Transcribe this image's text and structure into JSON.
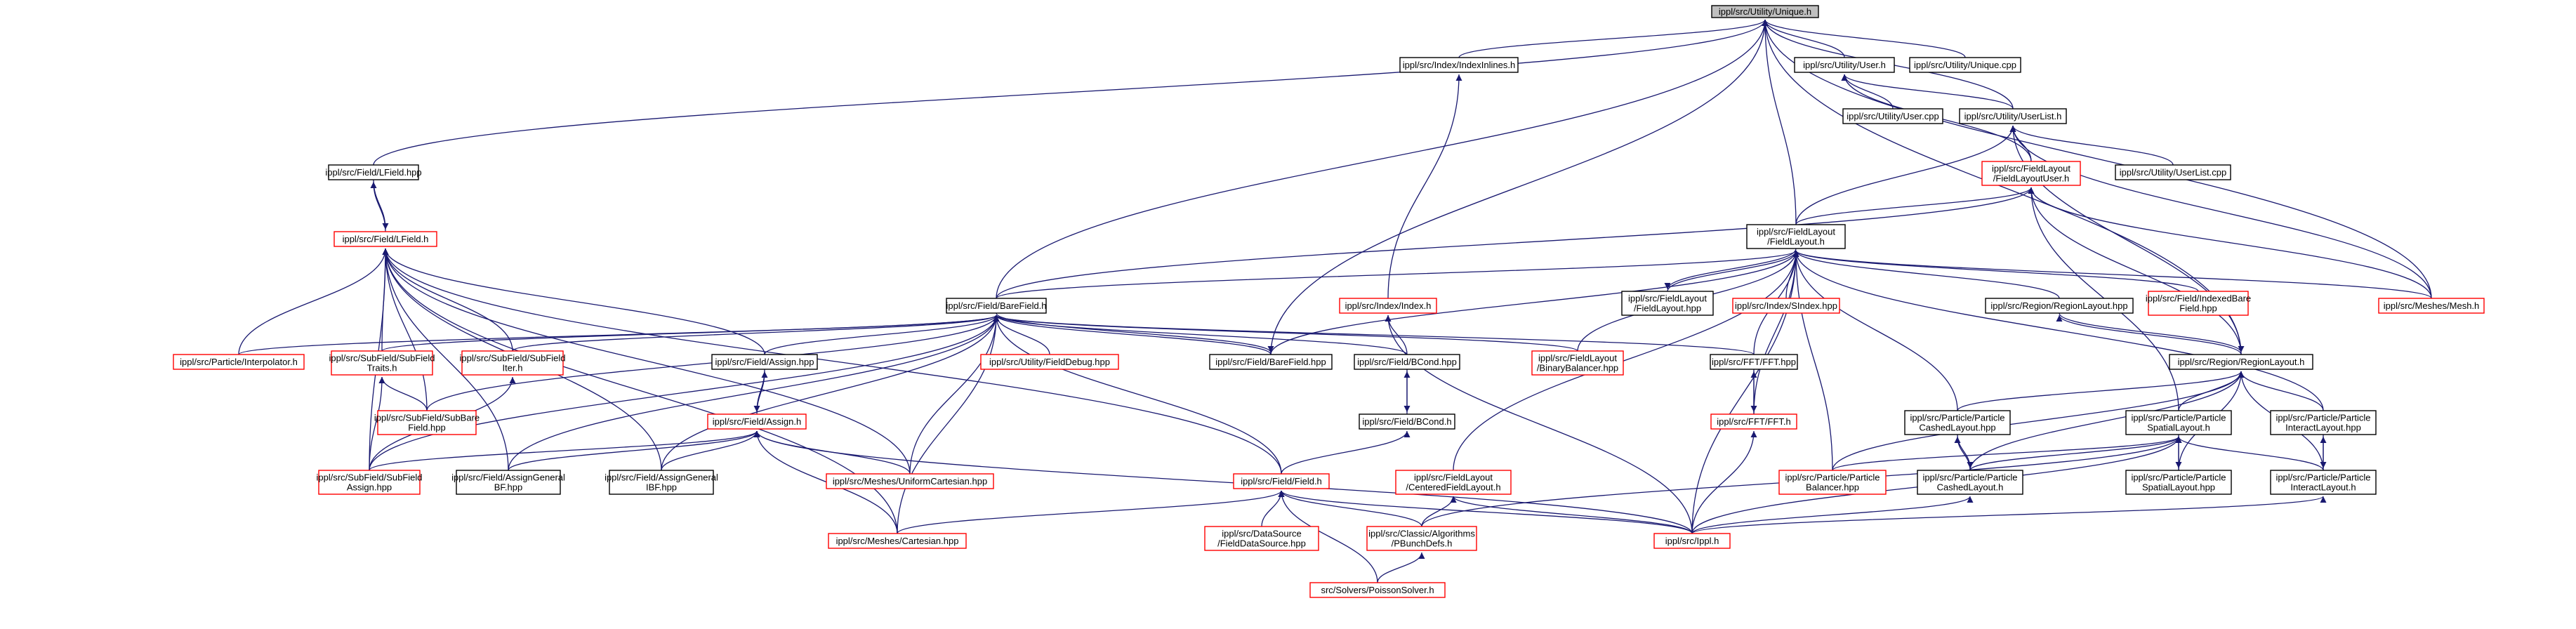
{
  "colors": {
    "edge": "#191970",
    "focus_fill": "#bfbfbf",
    "normal_border": "#000000",
    "red_border": "#ff0000",
    "background": "#ffffff"
  },
  "nodes": [
    {
      "id": "unique_h",
      "lines": [
        "ippl/src/Utility/Unique.h"
      ],
      "style": "focus"
    },
    {
      "id": "index_inlines_h",
      "lines": [
        "ippl/src/Index/IndexInlines.h"
      ],
      "style": "normal"
    },
    {
      "id": "user_h",
      "lines": [
        "ippl/src/Utility/User.h"
      ],
      "style": "normal"
    },
    {
      "id": "unique_cpp",
      "lines": [
        "ippl/src/Utility/Unique.cpp"
      ],
      "style": "normal"
    },
    {
      "id": "user_cpp",
      "lines": [
        "ippl/src/Utility/User.cpp"
      ],
      "style": "normal"
    },
    {
      "id": "userlist_h",
      "lines": [
        "ippl/src/Utility/UserList.h"
      ],
      "style": "normal"
    },
    {
      "id": "lfield_hpp",
      "lines": [
        "ippl/src/Field/LField.hpp"
      ],
      "style": "normal"
    },
    {
      "id": "fieldlayoutuser_h",
      "lines": [
        "ippl/src/FieldLayout",
        "/FieldLayoutUser.h"
      ],
      "style": "red"
    },
    {
      "id": "userlist_cpp",
      "lines": [
        "ippl/src/Utility/UserList.cpp"
      ],
      "style": "normal"
    },
    {
      "id": "lfield_h",
      "lines": [
        "ippl/src/Field/LField.h"
      ],
      "style": "red"
    },
    {
      "id": "fieldlayout_h",
      "lines": [
        "ippl/src/FieldLayout",
        "/FieldLayout.h"
      ],
      "style": "normal"
    },
    {
      "id": "barefield_h",
      "lines": [
        "ippl/src/Field/BareField.h"
      ],
      "style": "normal"
    },
    {
      "id": "index_h",
      "lines": [
        "ippl/src/Index/Index.h"
      ],
      "style": "red"
    },
    {
      "id": "fieldlayout_hpp",
      "lines": [
        "ippl/src/FieldLayout",
        "/FieldLayout.hpp"
      ],
      "style": "normal"
    },
    {
      "id": "sindex_hpp",
      "lines": [
        "ippl/src/Index/SIndex.hpp"
      ],
      "style": "red"
    },
    {
      "id": "regionlayout_hpp",
      "lines": [
        "ippl/src/Region/RegionLayout.hpp"
      ],
      "style": "normal"
    },
    {
      "id": "indexedbarefield_hpp",
      "lines": [
        "ippl/src/Field/IndexedBare",
        "Field.hpp"
      ],
      "style": "red"
    },
    {
      "id": "meshes_mesh_h",
      "lines": [
        "ippl/src/Meshes/Mesh.h"
      ],
      "style": "red"
    },
    {
      "id": "interpolator_h",
      "lines": [
        "ippl/src/Particle/Interpolator.h"
      ],
      "style": "red"
    },
    {
      "id": "subfieldtraits_h",
      "lines": [
        "ippl/src/SubField/SubField",
        "Traits.h"
      ],
      "style": "red"
    },
    {
      "id": "subfielditer_h",
      "lines": [
        "ippl/src/SubField/SubField",
        "Iter.h"
      ],
      "style": "red"
    },
    {
      "id": "fielddebug_hpp",
      "lines": [
        "ippl/src/Utility/FieldDebug.hpp"
      ],
      "style": "red"
    },
    {
      "id": "barefield_hpp",
      "lines": [
        "ippl/src/Field/BareField.hpp"
      ],
      "style": "normal"
    },
    {
      "id": "bcond_hpp",
      "lines": [
        "ippl/src/Field/BCond.hpp"
      ],
      "style": "normal"
    },
    {
      "id": "binarybalancer_hpp",
      "lines": [
        "ippl/src/FieldLayout",
        "/BinaryBalancer.hpp"
      ],
      "style": "red"
    },
    {
      "id": "fft_hpp",
      "lines": [
        "ippl/src/FFT/FFT.hpp"
      ],
      "style": "normal"
    },
    {
      "id": "regionlayout_h",
      "lines": [
        "ippl/src/Region/RegionLayout.h"
      ],
      "style": "normal"
    },
    {
      "id": "assign_hpp",
      "lines": [
        "ippl/src/Field/Assign.hpp"
      ],
      "style": "normal"
    },
    {
      "id": "subbarefield_hpp",
      "lines": [
        "ippl/src/SubField/SubBare",
        "Field.hpp"
      ],
      "style": "red"
    },
    {
      "id": "bcond_h",
      "lines": [
        "ippl/src/Field/BCond.h"
      ],
      "style": "normal"
    },
    {
      "id": "fft_h",
      "lines": [
        "ippl/src/FFT/FFT.h"
      ],
      "style": "red"
    },
    {
      "id": "cashedlayout_hpp",
      "lines": [
        "ippl/src/Particle/Particle",
        "CashedLayout.hpp"
      ],
      "style": "normal"
    },
    {
      "id": "spatiallayout_h",
      "lines": [
        "ippl/src/Particle/Particle",
        "SpatialLayout.h"
      ],
      "style": "normal"
    },
    {
      "id": "interactlayout_hpp",
      "lines": [
        "ippl/src/Particle/Particle",
        "InteractLayout.hpp"
      ],
      "style": "normal"
    },
    {
      "id": "assign_h",
      "lines": [
        "ippl/src/Field/Assign.h"
      ],
      "style": "red"
    },
    {
      "id": "subfieldassign_hpp",
      "lines": [
        "ippl/src/SubField/SubField",
        "Assign.hpp"
      ],
      "style": "red"
    },
    {
      "id": "assigngeneralbf_hpp",
      "lines": [
        "ippl/src/Field/AssignGeneral",
        "BF.hpp"
      ],
      "style": "normal"
    },
    {
      "id": "assigngeneralibf_hpp",
      "lines": [
        "ippl/src/Field/AssignGeneral",
        "IBF.hpp"
      ],
      "style": "normal"
    },
    {
      "id": "uniformcartesian_hpp",
      "lines": [
        "ippl/src/Meshes/UniformCartesian.hpp"
      ],
      "style": "red"
    },
    {
      "id": "field_h",
      "lines": [
        "ippl/src/Field/Field.h"
      ],
      "style": "red"
    },
    {
      "id": "centeredfieldlayout_h",
      "lines": [
        "ippl/src/FieldLayout",
        "/CenteredFieldLayout.h"
      ],
      "style": "red"
    },
    {
      "id": "particlebalancer_hpp",
      "lines": [
        "ippl/src/Particle/Particle",
        "Balancer.hpp"
      ],
      "style": "red"
    },
    {
      "id": "cashedlayout_h",
      "lines": [
        "ippl/src/Particle/Particle",
        "CashedLayout.h"
      ],
      "style": "normal"
    },
    {
      "id": "spatiallayout_hpp",
      "lines": [
        "ippl/src/Particle/Particle",
        "SpatialLayout.hpp"
      ],
      "style": "normal"
    },
    {
      "id": "interactlayout_h",
      "lines": [
        "ippl/src/Particle/Particle",
        "InteractLayout.h"
      ],
      "style": "normal"
    },
    {
      "id": "meshes_cartesian_hpp",
      "lines": [
        "ippl/src/Meshes/Cartesian.hpp"
      ],
      "style": "red"
    },
    {
      "id": "fielddatasource_hpp",
      "lines": [
        "ippl/src/DataSource",
        "/FieldDataSource.hpp"
      ],
      "style": "red"
    },
    {
      "id": "pbunchdefs_h",
      "lines": [
        "ippl/src/Classic/Algorithms",
        "/PBunchDefs.h"
      ],
      "style": "red"
    },
    {
      "id": "ippl_h",
      "lines": [
        "ippl/src/Ippl.h"
      ],
      "style": "red"
    },
    {
      "id": "poissonsolver_h",
      "lines": [
        "src/Solvers/PoissonSolver.h"
      ],
      "style": "red"
    }
  ],
  "edges": [
    [
      "index_inlines_h",
      "unique_h"
    ],
    [
      "user_h",
      "unique_h"
    ],
    [
      "unique_cpp",
      "unique_h"
    ],
    [
      "userlist_h",
      "unique_h"
    ],
    [
      "lfield_hpp",
      "unique_h"
    ],
    [
      "barefield_h",
      "unique_h"
    ],
    [
      "barefield_hpp",
      "unique_h"
    ],
    [
      "fieldlayout_h",
      "unique_h"
    ],
    [
      "meshes_mesh_h",
      "unique_h"
    ],
    [
      "regionlayout_h",
      "unique_h"
    ],
    [
      "user_cpp",
      "user_h"
    ],
    [
      "userlist_h",
      "user_h"
    ],
    [
      "fieldlayoutuser_h",
      "user_h"
    ],
    [
      "userlist_cpp",
      "userlist_h"
    ],
    [
      "fieldlayoutuser_h",
      "userlist_h"
    ],
    [
      "fieldlayout_h",
      "userlist_h"
    ],
    [
      "meshes_mesh_h",
      "userlist_h"
    ],
    [
      "regionlayout_h",
      "userlist_h"
    ],
    [
      "lfield_h",
      "lfield_hpp"
    ],
    [
      "lfield_hpp",
      "lfield_h"
    ],
    [
      "fieldlayout_h",
      "fieldlayoutuser_h"
    ],
    [
      "barefield_h",
      "fieldlayoutuser_h"
    ],
    [
      "meshes_mesh_h",
      "fieldlayoutuser_h"
    ],
    [
      "regionlayout_h",
      "fieldlayoutuser_h"
    ],
    [
      "spatiallayout_h",
      "fieldlayoutuser_h"
    ],
    [
      "barefield_h",
      "fieldlayout_h"
    ],
    [
      "fieldlayout_hpp",
      "fieldlayout_h"
    ],
    [
      "sindex_hpp",
      "fieldlayout_h"
    ],
    [
      "regionlayout_hpp",
      "fieldlayout_h"
    ],
    [
      "indexedbarefield_hpp",
      "fieldlayout_h"
    ],
    [
      "meshes_mesh_h",
      "fieldlayout_h"
    ],
    [
      "barefield_hpp",
      "fieldlayout_h"
    ],
    [
      "binarybalancer_hpp",
      "fieldlayout_h"
    ],
    [
      "fft_hpp",
      "fieldlayout_h"
    ],
    [
      "fft_h",
      "fieldlayout_h"
    ],
    [
      "cashedlayout_hpp",
      "fieldlayout_h"
    ],
    [
      "interactlayout_hpp",
      "fieldlayout_h"
    ],
    [
      "centeredfieldlayout_h",
      "fieldlayout_h"
    ],
    [
      "particlebalancer_hpp",
      "fieldlayout_h"
    ],
    [
      "ippl_h",
      "fieldlayout_h"
    ],
    [
      "fieldlayout_h",
      "fieldlayout_hpp"
    ],
    [
      "index_h",
      "index_inlines_h"
    ],
    [
      "interpolator_h",
      "lfield_h"
    ],
    [
      "subfieldtraits_h",
      "lfield_h"
    ],
    [
      "subfielditer_h",
      "lfield_h"
    ],
    [
      "assign_hpp",
      "lfield_h"
    ],
    [
      "subbarefield_hpp",
      "lfield_h"
    ],
    [
      "subfieldassign_hpp",
      "lfield_h"
    ],
    [
      "assigngeneralbf_hpp",
      "lfield_h"
    ],
    [
      "assigngeneralibf_hpp",
      "lfield_h"
    ],
    [
      "uniformcartesian_hpp",
      "lfield_h"
    ],
    [
      "field_h",
      "lfield_h"
    ],
    [
      "meshes_cartesian_hpp",
      "lfield_h"
    ],
    [
      "interpolator_h",
      "barefield_h"
    ],
    [
      "subfieldtraits_h",
      "barefield_h"
    ],
    [
      "subfielditer_h",
      "barefield_h"
    ],
    [
      "fielddebug_hpp",
      "barefield_h"
    ],
    [
      "barefield_hpp",
      "barefield_h"
    ],
    [
      "bcond_hpp",
      "barefield_h"
    ],
    [
      "fft_hpp",
      "barefield_h"
    ],
    [
      "assign_hpp",
      "barefield_h"
    ],
    [
      "subbarefield_hpp",
      "barefield_h"
    ],
    [
      "subfieldassign_hpp",
      "barefield_h"
    ],
    [
      "assigngeneralbf_hpp",
      "barefield_h"
    ],
    [
      "assigngeneralibf_hpp",
      "barefield_h"
    ],
    [
      "uniformcartesian_hpp",
      "barefield_h"
    ],
    [
      "field_h",
      "barefield_h"
    ],
    [
      "meshes_cartesian_hpp",
      "barefield_h"
    ],
    [
      "binarybalancer_hpp",
      "barefield_h"
    ],
    [
      "barefield_h",
      "barefield_hpp"
    ],
    [
      "bcond_hpp",
      "index_h"
    ],
    [
      "ippl_h",
      "index_h"
    ],
    [
      "subbarefield_hpp",
      "subfieldtraits_h"
    ],
    [
      "subfieldassign_hpp",
      "subfieldtraits_h"
    ],
    [
      "subfieldassign_hpp",
      "subfielditer_h"
    ],
    [
      "bcond_h",
      "bcond_hpp"
    ],
    [
      "bcond_hpp",
      "bcond_h"
    ],
    [
      "fft_h",
      "fft_hpp"
    ],
    [
      "fft_hpp",
      "fft_h"
    ],
    [
      "regionlayout_hpp",
      "regionlayout_h"
    ],
    [
      "regionlayout_h",
      "regionlayout_hpp"
    ],
    [
      "cashedlayout_hpp",
      "regionlayout_h"
    ],
    [
      "spatiallayout_h",
      "regionlayout_h"
    ],
    [
      "interactlayout_hpp",
      "regionlayout_h"
    ],
    [
      "particlebalancer_hpp",
      "regionlayout_h"
    ],
    [
      "cashedlayout_h",
      "regionlayout_h"
    ],
    [
      "spatiallayout_hpp",
      "regionlayout_h"
    ],
    [
      "interactlayout_h",
      "regionlayout_h"
    ],
    [
      "assign_h",
      "assign_hpp"
    ],
    [
      "assign_hpp",
      "assign_h"
    ],
    [
      "subfieldassign_hpp",
      "assign_h"
    ],
    [
      "assigngeneralbf_hpp",
      "assign_h"
    ],
    [
      "assigngeneralibf_hpp",
      "assign_h"
    ],
    [
      "uniformcartesian_hpp",
      "assign_h"
    ],
    [
      "meshes_cartesian_hpp",
      "assign_h"
    ],
    [
      "ippl_h",
      "assign_h"
    ],
    [
      "field_h",
      "bcond_h"
    ],
    [
      "ippl_h",
      "fft_h"
    ],
    [
      "cashedlayout_h",
      "cashedlayout_hpp"
    ],
    [
      "cashedlayout_hpp",
      "cashedlayout_h"
    ],
    [
      "particlebalancer_hpp",
      "spatiallayout_h"
    ],
    [
      "cashedlayout_h",
      "spatiallayout_h"
    ],
    [
      "spatiallayout_hpp",
      "spatiallayout_h"
    ],
    [
      "interactlayout_h",
      "spatiallayout_h"
    ],
    [
      "ippl_h",
      "spatiallayout_h"
    ],
    [
      "pbunchdefs_h",
      "spatiallayout_h"
    ],
    [
      "interactlayout_h",
      "interactlayout_hpp"
    ],
    [
      "interactlayout_hpp",
      "interactlayout_h"
    ],
    [
      "spatiallayout_h",
      "spatiallayout_hpp"
    ],
    [
      "meshes_cartesian_hpp",
      "field_h"
    ],
    [
      "fielddatasource_hpp",
      "field_h"
    ],
    [
      "pbunchdefs_h",
      "field_h"
    ],
    [
      "ippl_h",
      "field_h"
    ],
    [
      "poissonsolver_h",
      "field_h"
    ],
    [
      "pbunchdefs_h",
      "centeredfieldlayout_h"
    ],
    [
      "ippl_h",
      "centeredfieldlayout_h"
    ],
    [
      "ippl_h",
      "cashedlayout_h"
    ],
    [
      "ippl_h",
      "interactlayout_h"
    ],
    [
      "poissonsolver_h",
      "pbunchdefs_h"
    ]
  ]
}
